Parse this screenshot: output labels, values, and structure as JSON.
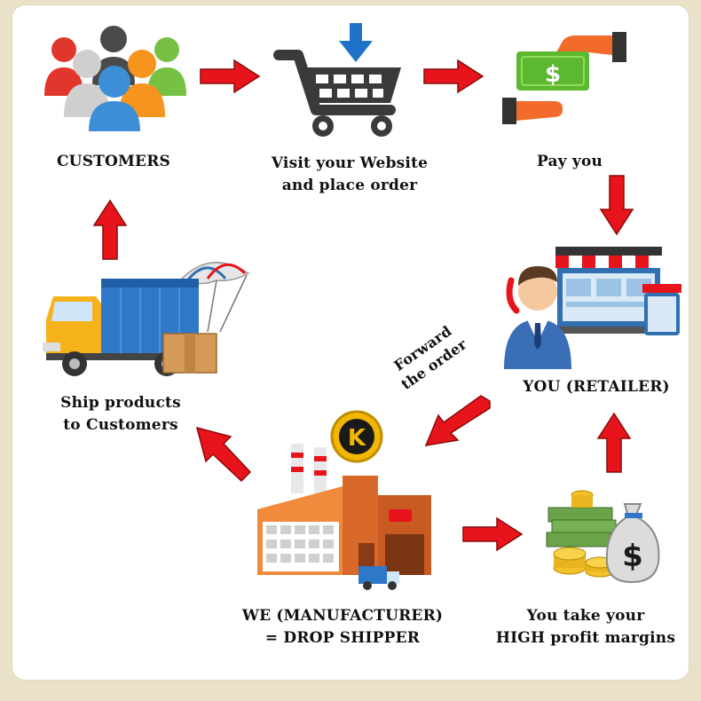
{
  "nodes": {
    "customers": "CUSTOMERS",
    "visit_line1": "Visit your Website",
    "visit_line2": "and place order",
    "pay": "Pay you",
    "retailer": "YOU (RETAILER)",
    "profit_line1": "You take your",
    "profit_line2": "HIGH profit margins",
    "manufacturer_line1": "WE (MANUFACTURER)",
    "manufacturer_line2": "= DROP SHIPPER",
    "ship_line1": "Ship products",
    "ship_line2": "to Customers"
  },
  "edges": {
    "forward_line1": "Forward",
    "forward_line2": "the order"
  },
  "logo_letter": "K",
  "currency_symbol": "$",
  "colors": {
    "arrow": "#e8141b",
    "background": "#e9e2c9",
    "panel": "#ffffff"
  }
}
